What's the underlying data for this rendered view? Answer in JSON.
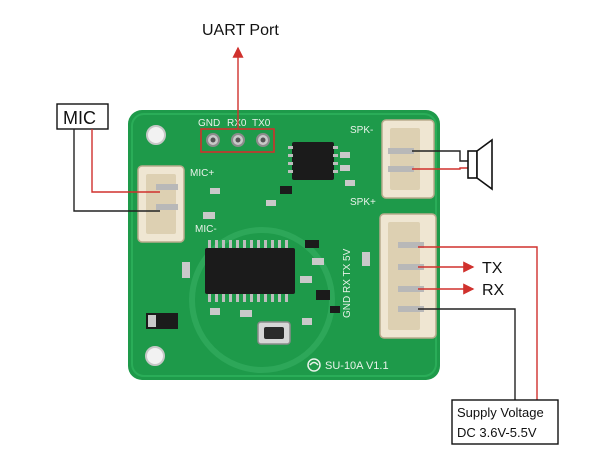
{
  "callouts": {
    "uart_port": "UART Port",
    "mic": "MIC",
    "tx": "TX",
    "rx": "RX",
    "supply_line1": "Supply Voltage",
    "supply_line2": "DC 3.6V-5.5V"
  },
  "silkscreen": {
    "gnd": "GND",
    "rx0": "RX0",
    "tx0": "TX0",
    "spk_minus": "SPK-",
    "spk_plus": "SPK+",
    "mic_plus": "MIC+",
    "mic_minus": "MIC-",
    "side_pins": "GND RX TX 5V",
    "board_name": "SU-10A V1.1"
  },
  "colors": {
    "pcb": "#1e9a4a",
    "callout_line": "#d0312d",
    "callout_line_dark": "#222222",
    "connector": "#efe6d2"
  }
}
